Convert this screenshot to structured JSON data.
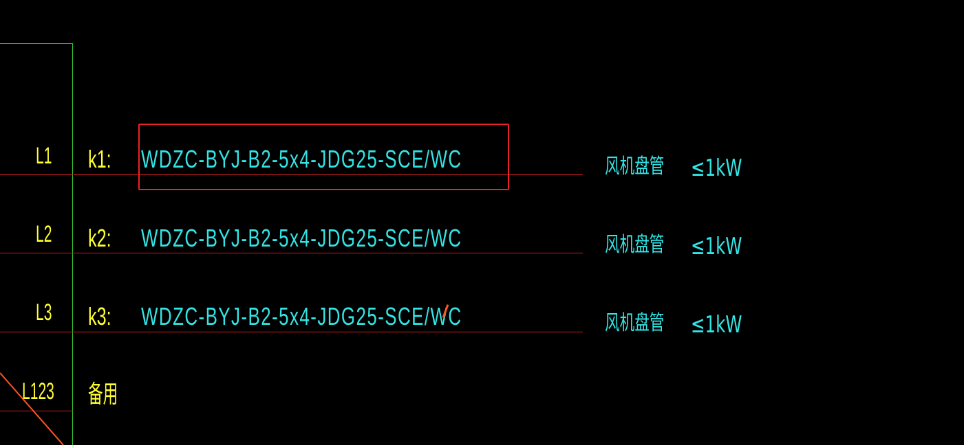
{
  "colors": {
    "background": "#000000",
    "phase_text": "#ffff33",
    "cable_text": "#33e5e5",
    "red_line": "#cc1f1f",
    "green_line": "#33cc33",
    "highlight_box": "#ee2222",
    "orange_mark": "#ff5522"
  },
  "circuits": [
    {
      "phase": "L1",
      "name": "k1:",
      "cable": "WDZC-BYJ-B2-5x4-JDG25-SCE/WC",
      "load": "风机盘管",
      "power": "≤1kW",
      "highlighted": true
    },
    {
      "phase": "L2",
      "name": "k2:",
      "cable": "WDZC-BYJ-B2-5x4-JDG25-SCE/WC",
      "load": "风机盘管",
      "power": "≤1kW",
      "highlighted": false
    },
    {
      "phase": "L3",
      "name": "k3:",
      "cable": "WDZC-BYJ-B2-5x4-JDG25-SCE/WC",
      "load": "风机盘管",
      "power": "≤1kW",
      "highlighted": false
    }
  ],
  "spare": {
    "phase": "L123",
    "label": "备用"
  }
}
